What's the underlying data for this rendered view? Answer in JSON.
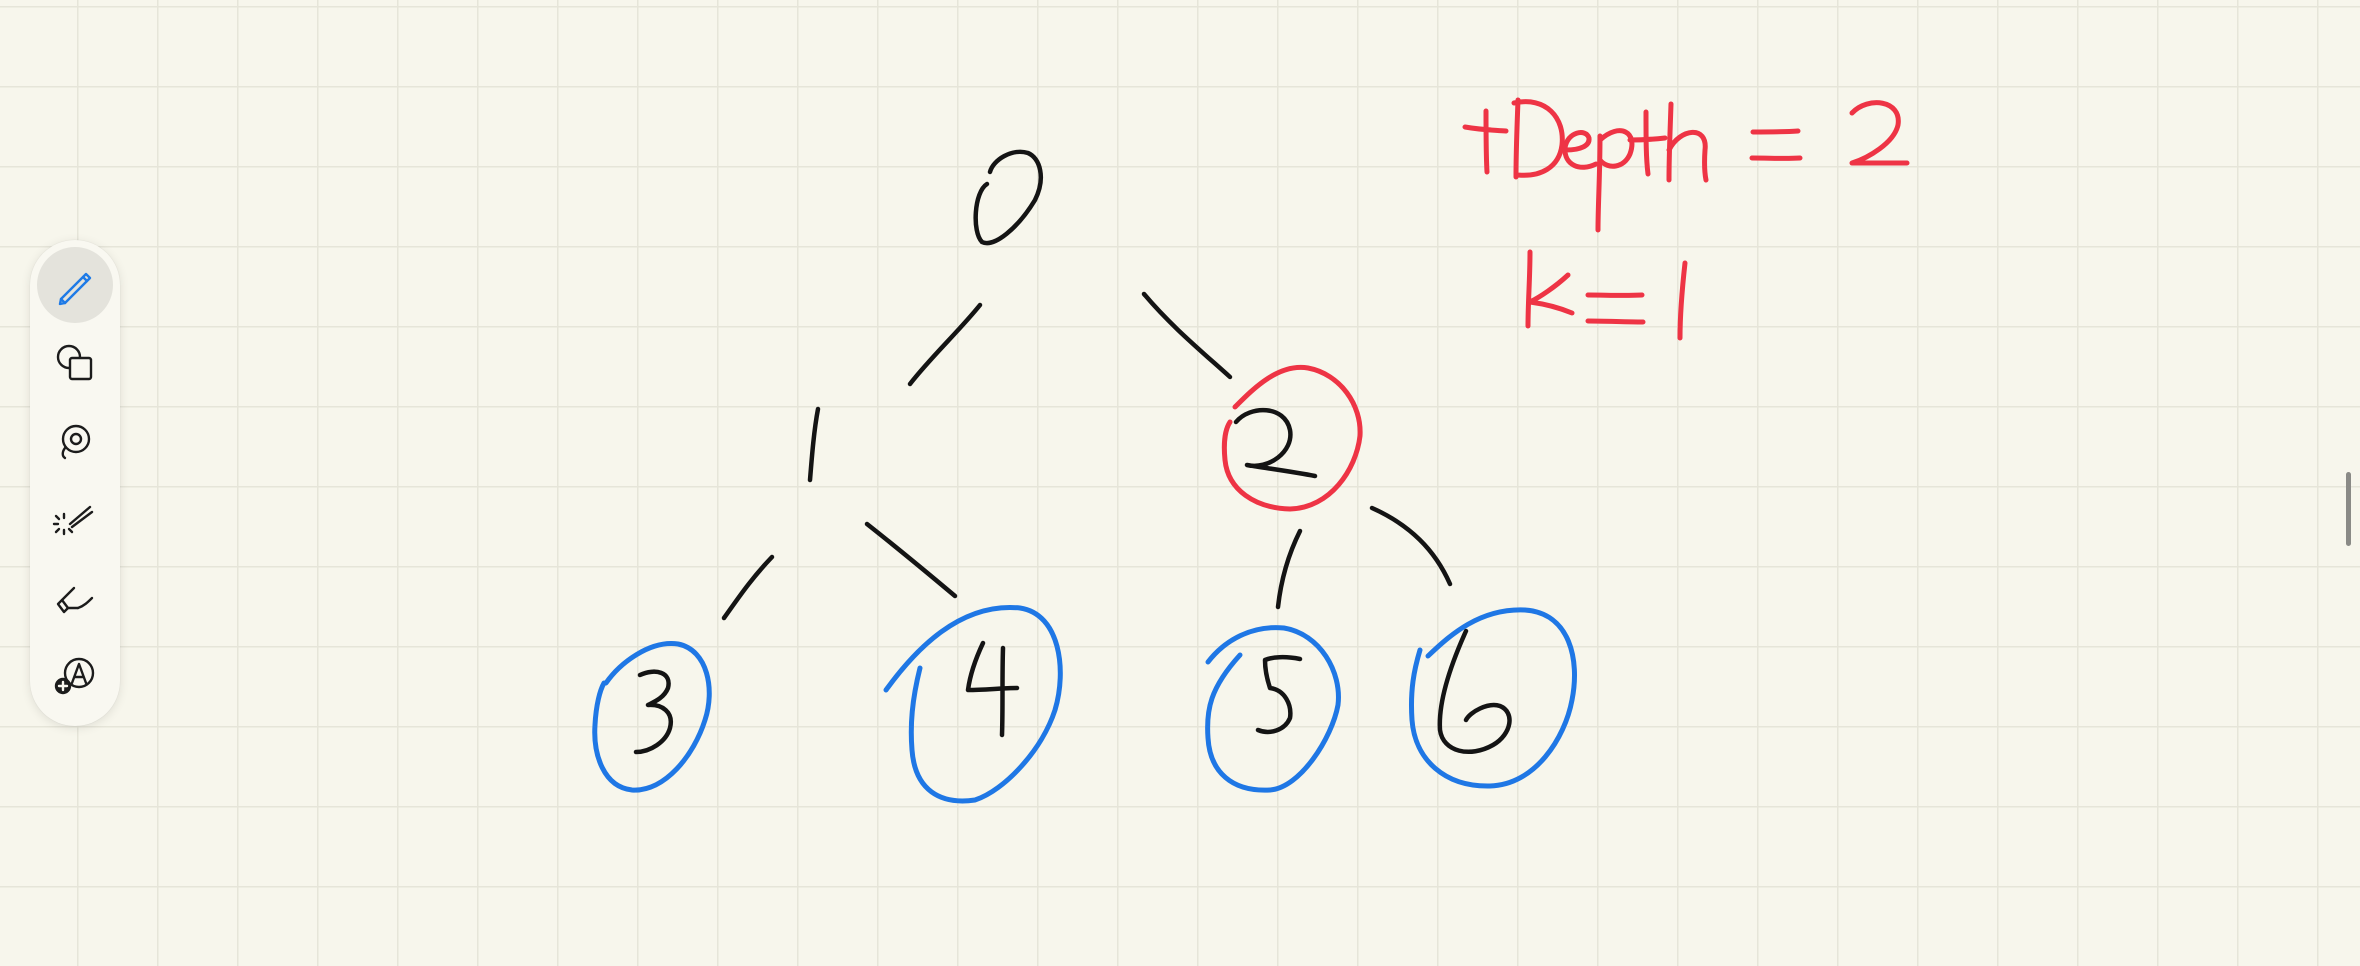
{
  "toolbar": {
    "active_tool": "pen",
    "tools": [
      {
        "id": "pen",
        "icon": "pen-icon",
        "color": "#1e7ae6"
      },
      {
        "id": "shapes",
        "icon": "shapes-icon"
      },
      {
        "id": "lasso",
        "icon": "lasso-icon"
      },
      {
        "id": "laser",
        "icon": "laser-pointer-icon"
      },
      {
        "id": "eraser",
        "icon": "eraser-icon"
      },
      {
        "id": "add-text",
        "icon": "add-text-icon"
      }
    ]
  },
  "handwriting": {
    "tree_nodes": [
      "0",
      "1",
      "2",
      "3",
      "4",
      "5",
      "6"
    ],
    "highlighted_red": [
      "2"
    ],
    "highlighted_blue": [
      "3",
      "4",
      "5",
      "6"
    ],
    "notes": [
      "tDepth = 2",
      "k=1"
    ],
    "ink_colors": {
      "black": "#141414",
      "red": "#ee3445",
      "blue": "#1f77e5"
    }
  },
  "canvas": {
    "background": "#f7f6ec",
    "grid_color": "#e6e5d9"
  }
}
